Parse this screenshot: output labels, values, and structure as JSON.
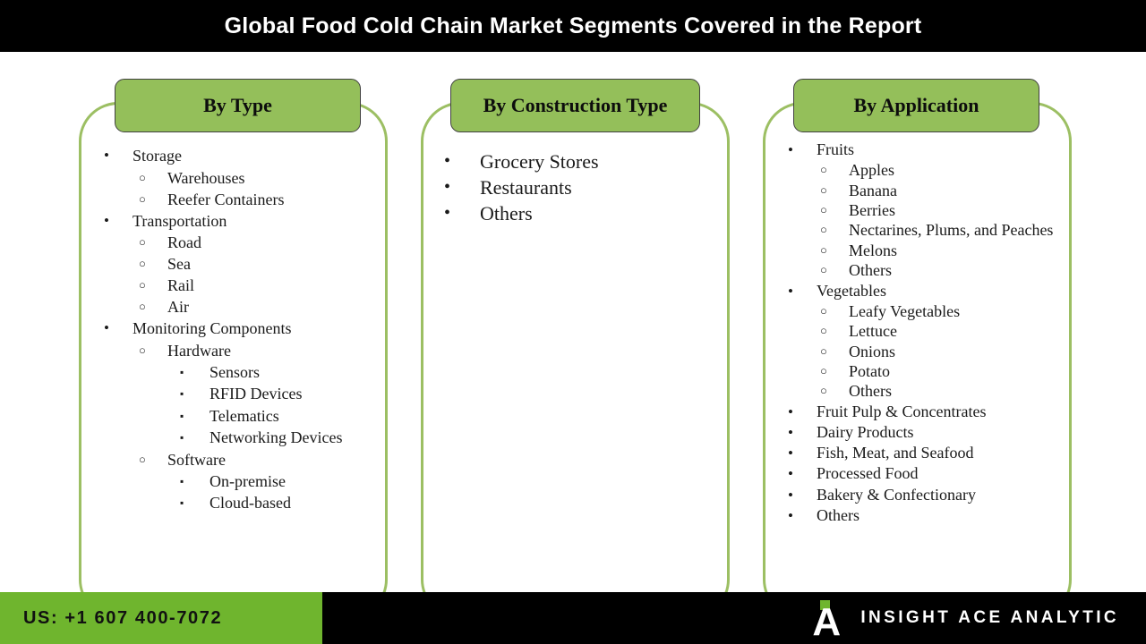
{
  "header": {
    "title": "Global Food Cold Chain Market Segments Covered in the Report"
  },
  "colors": {
    "pill_green": "#94bf5a",
    "card_border_green": "#9cbf63",
    "footer_green": "#6fb52e",
    "bar_black": "#000000"
  },
  "bullets": {
    "level1": "•",
    "level2": "○",
    "level3": "▪"
  },
  "columns": [
    {
      "heading": "By Type",
      "items": [
        {
          "level": 1,
          "label": "Storage"
        },
        {
          "level": 2,
          "label": "Warehouses"
        },
        {
          "level": 2,
          "label": "Reefer Containers"
        },
        {
          "level": 1,
          "label": "Transportation"
        },
        {
          "level": 2,
          "label": "Road"
        },
        {
          "level": 2,
          "label": "Sea"
        },
        {
          "level": 2,
          "label": "Rail"
        },
        {
          "level": 2,
          "label": "Air"
        },
        {
          "level": 1,
          "label": "Monitoring Components"
        },
        {
          "level": 2,
          "label": "Hardware"
        },
        {
          "level": 3,
          "label": "Sensors"
        },
        {
          "level": 3,
          "label": "RFID Devices"
        },
        {
          "level": 3,
          "label": "Telematics"
        },
        {
          "level": 3,
          "label": "Networking Devices"
        },
        {
          "level": 2,
          "label": "Software"
        },
        {
          "level": 3,
          "label": "On-premise"
        },
        {
          "level": 3,
          "label": "Cloud-based"
        }
      ]
    },
    {
      "heading": "By Construction Type",
      "items": [
        {
          "level": 1,
          "label": "Grocery Stores"
        },
        {
          "level": 1,
          "label": "Restaurants"
        },
        {
          "level": 1,
          "label": "Others"
        }
      ]
    },
    {
      "heading": "By Application",
      "items": [
        {
          "level": 1,
          "label": "Fruits"
        },
        {
          "level": 2,
          "label": "Apples"
        },
        {
          "level": 2,
          "label": "Banana"
        },
        {
          "level": 2,
          "label": "Berries"
        },
        {
          "level": 2,
          "label": "Nectarines, Plums, and Peaches"
        },
        {
          "level": 2,
          "label": "Melons"
        },
        {
          "level": 2,
          "label": "Others"
        },
        {
          "level": 1,
          "label": "Vegetables"
        },
        {
          "level": 2,
          "label": "Leafy Vegetables"
        },
        {
          "level": 2,
          "label": "Lettuce"
        },
        {
          "level": 2,
          "label": "Onions"
        },
        {
          "level": 2,
          "label": "Potato"
        },
        {
          "level": 2,
          "label": "Others"
        },
        {
          "level": 1,
          "label": "Fruit Pulp & Concentrates"
        },
        {
          "level": 1,
          "label": "Dairy Products"
        },
        {
          "level": 1,
          "label": "Fish, Meat, and Seafood"
        },
        {
          "level": 1,
          "label": "Processed Food"
        },
        {
          "level": 1,
          "label": "Bakery & Confectionary"
        },
        {
          "level": 1,
          "label": "Others"
        }
      ]
    }
  ],
  "footer": {
    "phone": "US: +1 607 400-7072",
    "brand_name": "INSIGHT ACE ANALYTIC",
    "logo_letter": "A"
  }
}
